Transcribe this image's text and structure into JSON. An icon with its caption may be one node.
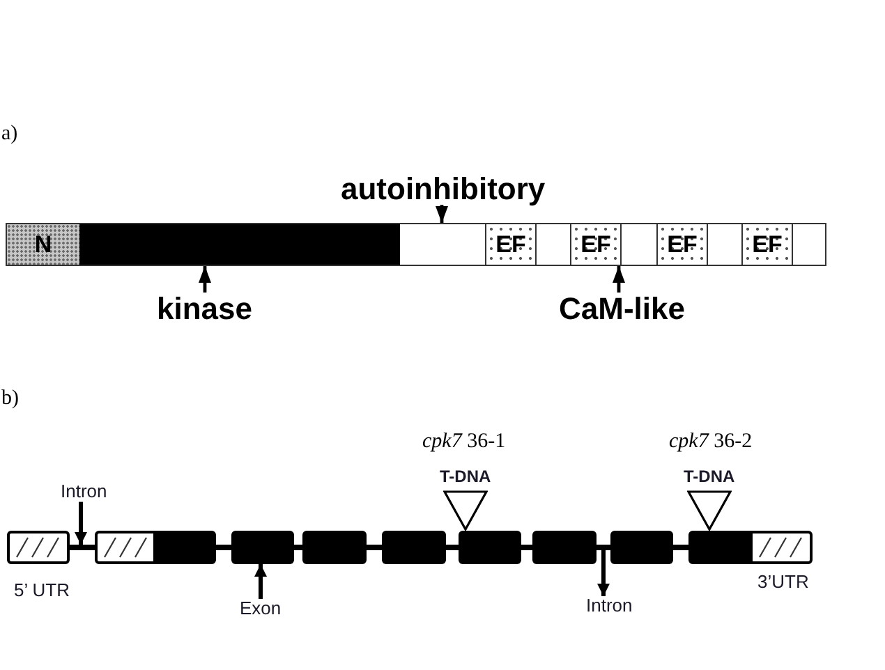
{
  "diagram": {
    "nodes": [
      {
        "text": [
          "autoinhibitory"
        ]
      },
      {
        "text": [
          "N"
        ]
      },
      {
        "text": [],
        "shape": "bar"
      },
      {
        "text": [],
        "shape": "bar"
      },
      {
        "text": [
          "EF"
        ]
      },
      {
        "text": [
          "EF"
        ]
      },
      {
        "text": [
          "EF"
        ]
      },
      {
        "text": [
          "EF"
        ]
      },
      {
        "text": [
          "kinase"
        ]
      },
      {
        "text": [
          "CaM-like"
        ]
      },
      {
        "text": [
          "T-DNA"
        ],
        "beside": [
          "*cpk7* 36-1"
        ]
      },
      {
        "text": [
          "T-DNA"
        ],
        "beside": [
          "*cpk7* 36-2"
        ]
      },
      {
        "text": [
          "Intron"
        ]
      },
      {
        "text": [],
        "shape": "box",
        "beside": [
          "5’ UTR"
        ]
      },
      {
        "text": [],
        "shape": "bar"
      },
      {
        "text": [],
        "shape": "box"
      },
      {
        "text": [],
        "shape": "bar"
      },
      {
        "text": [],
        "shape": "box"
      },
      {
        "text": [],
        "shape": "bar"
      },
      {
        "text": [],
        "shape": "box"
      },
      {
        "text": [],
        "shape": "bar"
      },
      {
        "text": [],
        "shape": "box"
      },
      {
        "text": [],
        "shape": "bar"
      },
      {
        "text": [],
        "shape": "box"
      },
      {
        "text": [],
        "shape": "bar"
      },
      {
        "text": [],
        "shape": "box"
      },
      {
        "text": [],
        "shape": "bar"
      },
      {
        "text": [],
        "shape": "box"
      },
      {
        "text": [],
        "shape": "bar"
      },
      {
        "text": [],
        "shape": "box",
        "beside": [
          "3’UTR"
        ]
      },
      {
        "text": [
          "Exon"
        ]
      },
      {
        "text": [
          "Intron"
        ]
      }
    ],
    "edges": [
      {
        "from": 0,
        "to": 3,
        "arrow": "to"
      },
      {
        "from": 8,
        "to": 2,
        "arrow": "to"
      },
      {
        "from": 9,
        "to": 5,
        "arrow": "to"
      },
      {
        "from": 12,
        "to": 14,
        "arrow": "to"
      },
      {
        "from": 30,
        "to": 17,
        "arrow": "to"
      },
      {
        "from": 26,
        "to": 31,
        "arrow": "to"
      }
    ],
    "labels": [
      "a)",
      "b)"
    ]
  }
}
